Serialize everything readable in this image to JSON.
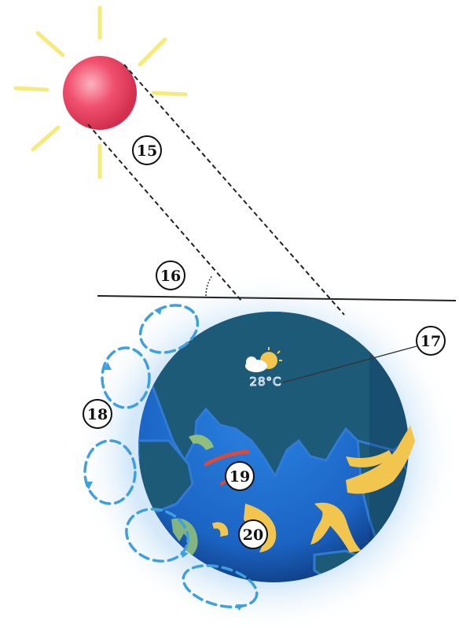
{
  "diagram": {
    "callouts": [
      "15",
      "16",
      "17",
      "18",
      "19",
      "20"
    ],
    "temperature_label": "28°C",
    "icons": {
      "sun": "sun-icon",
      "weather": "sun-behind-cloud-icon"
    },
    "colors": {
      "sun": "#f0506e",
      "sun_rays": "#f6ea7a",
      "ocean": "#1f6fd0",
      "land": "#1c5a78",
      "current_loop": "#3ea0de",
      "warm_current": "#f2c54f",
      "cool_current": "#8fbf7a",
      "red_current": "#d94b3c",
      "haze": "#d8ebf9"
    }
  }
}
